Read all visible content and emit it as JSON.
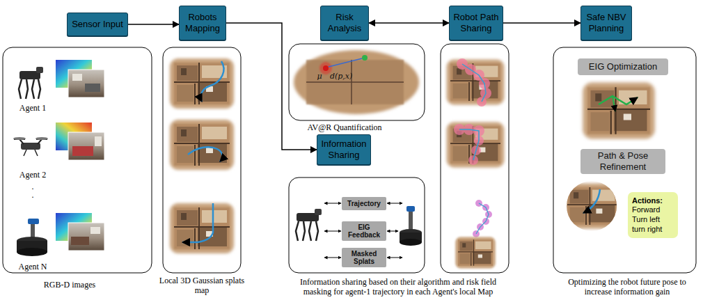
{
  "diagram": {
    "nodes": [
      {
        "text": [
          "Sensor Input"
        ]
      },
      {
        "text": [
          "Robots Mapping"
        ]
      },
      {
        "text": [
          "Risk Analysis"
        ]
      },
      {
        "text": [
          "Robot Path Sharing"
        ]
      },
      {
        "text": [
          "Safe NBV Planning"
        ]
      },
      {
        "text": [
          "Information Sharing"
        ]
      },
      {
        "text": [
          "Trajectory"
        ]
      },
      {
        "text": [
          "EIG Feedback"
        ]
      },
      {
        "text": [
          "Masked Splats"
        ]
      },
      {
        "text": [
          "EIG Optimization"
        ]
      },
      {
        "text": [
          "Path & Pose Refinement"
        ]
      },
      {
        "text": [
          "Actions:",
          "Forward Turn left turn right"
        ]
      }
    ],
    "edges": [
      {
        "from": 0,
        "to": 1,
        "arrow": "to"
      },
      {
        "from": 1,
        "to": 5,
        "arrow": "to"
      },
      {
        "from": 2,
        "to": 3,
        "arrow": "both"
      },
      {
        "from": 3,
        "to": 4,
        "arrow": "to"
      }
    ],
    "labels": [
      "Agent 1",
      "Agent 2",
      ".",
      ".",
      "Agent N",
      "μ",
      "d(p,x)",
      "AV@R Quantification",
      "RGB-D images",
      "Local 3D Gaussian splats map",
      "Information sharing based on their algorithm and risk field masking for agent-1 trajectory in each Agent's local Map",
      "Optimizing the robot future pose to increase information gain"
    ]
  }
}
